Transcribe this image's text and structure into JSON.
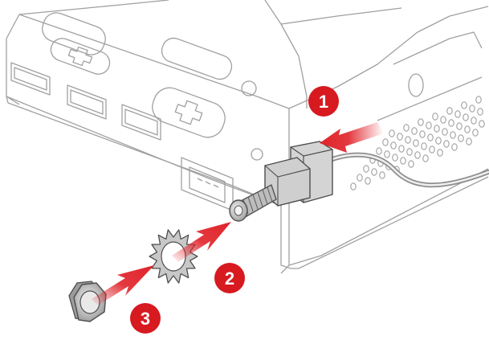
{
  "colors": {
    "callout": "#d71920",
    "arrow": "#e0232a",
    "line": "#9a9a9a",
    "line_dark": "#5a5a5a",
    "part_fill": "#d6d6d6",
    "part_dark": "#8c8c8c"
  },
  "steps": [
    {
      "number": "1",
      "description": ""
    },
    {
      "number": "2",
      "description": ""
    },
    {
      "number": "3",
      "description": ""
    }
  ]
}
